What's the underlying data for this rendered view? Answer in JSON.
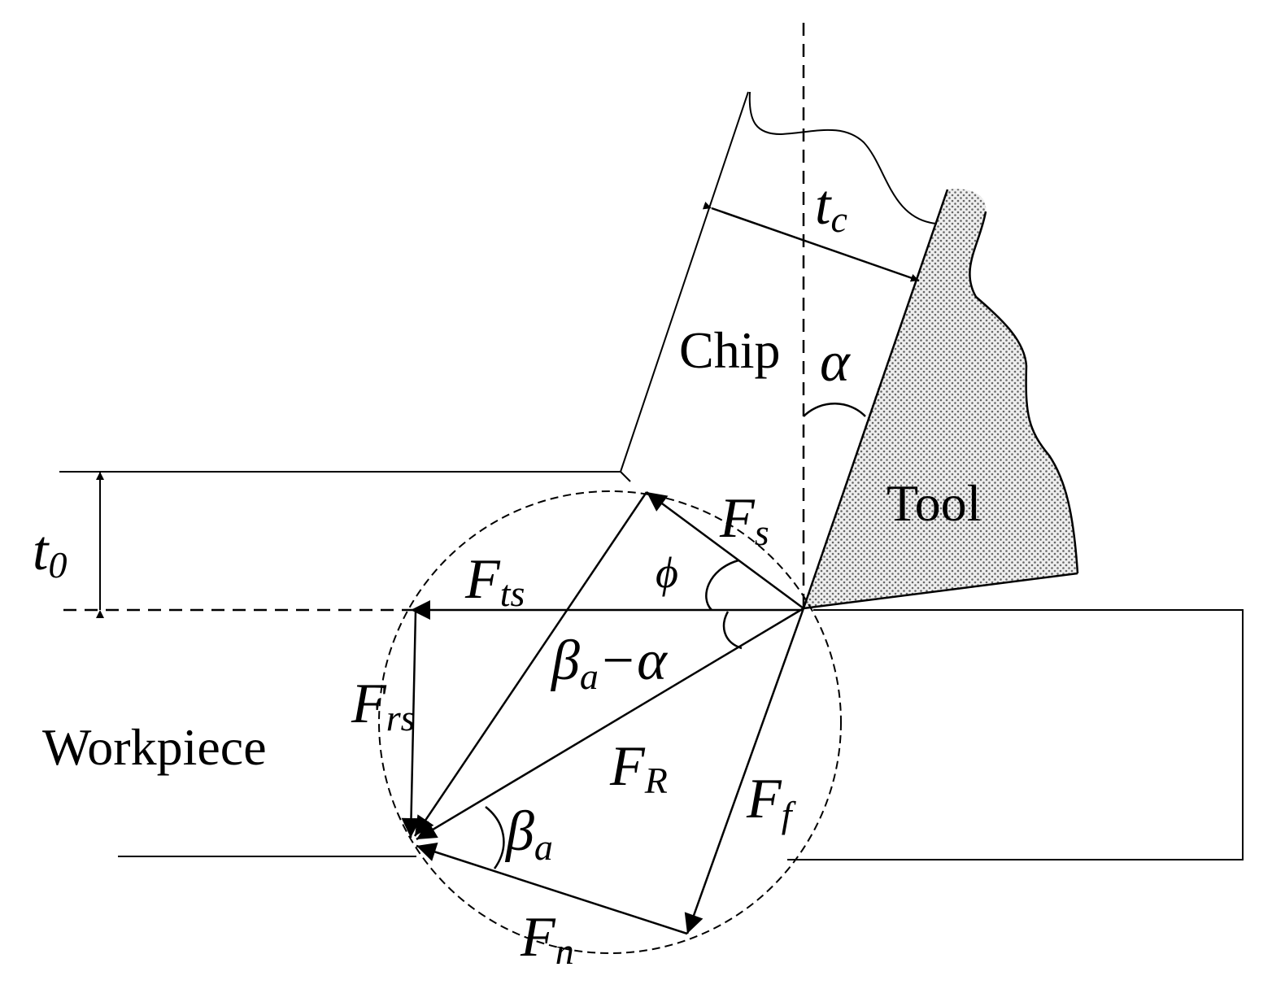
{
  "regions": {
    "chip": "Chip",
    "tool": "Tool",
    "workpiece": "Workpiece"
  },
  "forces": {
    "Fs": {
      "base": "F",
      "sub": "s"
    },
    "Fts": {
      "base": "F",
      "sub": "ts"
    },
    "Frs": {
      "base": "F",
      "sub": "rs"
    },
    "FR": {
      "base": "F",
      "sub": "R"
    },
    "Ff": {
      "base": "F",
      "sub": "f"
    },
    "Fn": {
      "base": "F",
      "sub": "n"
    }
  },
  "angles": {
    "phi": "ϕ",
    "alpha": "α",
    "beta": {
      "base": "β",
      "sub": "a"
    },
    "beta_minus_alpha": {
      "base": "β",
      "sub": "a",
      "rest": "−α"
    }
  },
  "dimensions": {
    "t0": {
      "base": "t",
      "sub": "0"
    },
    "tc": {
      "base": "t",
      "sub": "c"
    }
  },
  "colors": {
    "ink": "#000000",
    "tool_fill": "#d9d9d9"
  }
}
